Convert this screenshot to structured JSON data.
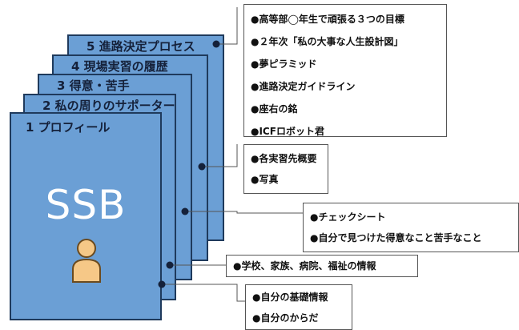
{
  "sheets": [
    {
      "label": "5 進路決定プロセス"
    },
    {
      "label": "4 現場実習の履歴"
    },
    {
      "label": "3 得意・苦手"
    },
    {
      "label": "2 私の周りのサポーター"
    },
    {
      "label": "1 プロフィール"
    }
  ],
  "front_title": "SSB",
  "front_icon": "person-icon",
  "callouts": {
    "process": [
      "●高等部◯年生で頑張る３つの目標",
      "●２年次「私の大事な人生設計図」",
      "●夢ピラミッド",
      "●進路決定ガイドライン",
      "●座右の銘",
      "●ICFロボット君"
    ],
    "internship": [
      "●各実習先概要",
      "●写真"
    ],
    "strengths": [
      "●チェックシート",
      "●自分で見つけた得意なこと苦手なこと"
    ],
    "supporters": [
      "●学校、家族、病院、福祉の情報"
    ],
    "profile": [
      "●自分の基礎情報",
      "●自分のからだ"
    ]
  },
  "colors": {
    "sheet_fill": "#6b9fd5",
    "sheet_border": "#1f3a5c",
    "title_text": "#ffffff",
    "person_fill": "#f6c887",
    "callout_border": "#555555"
  }
}
